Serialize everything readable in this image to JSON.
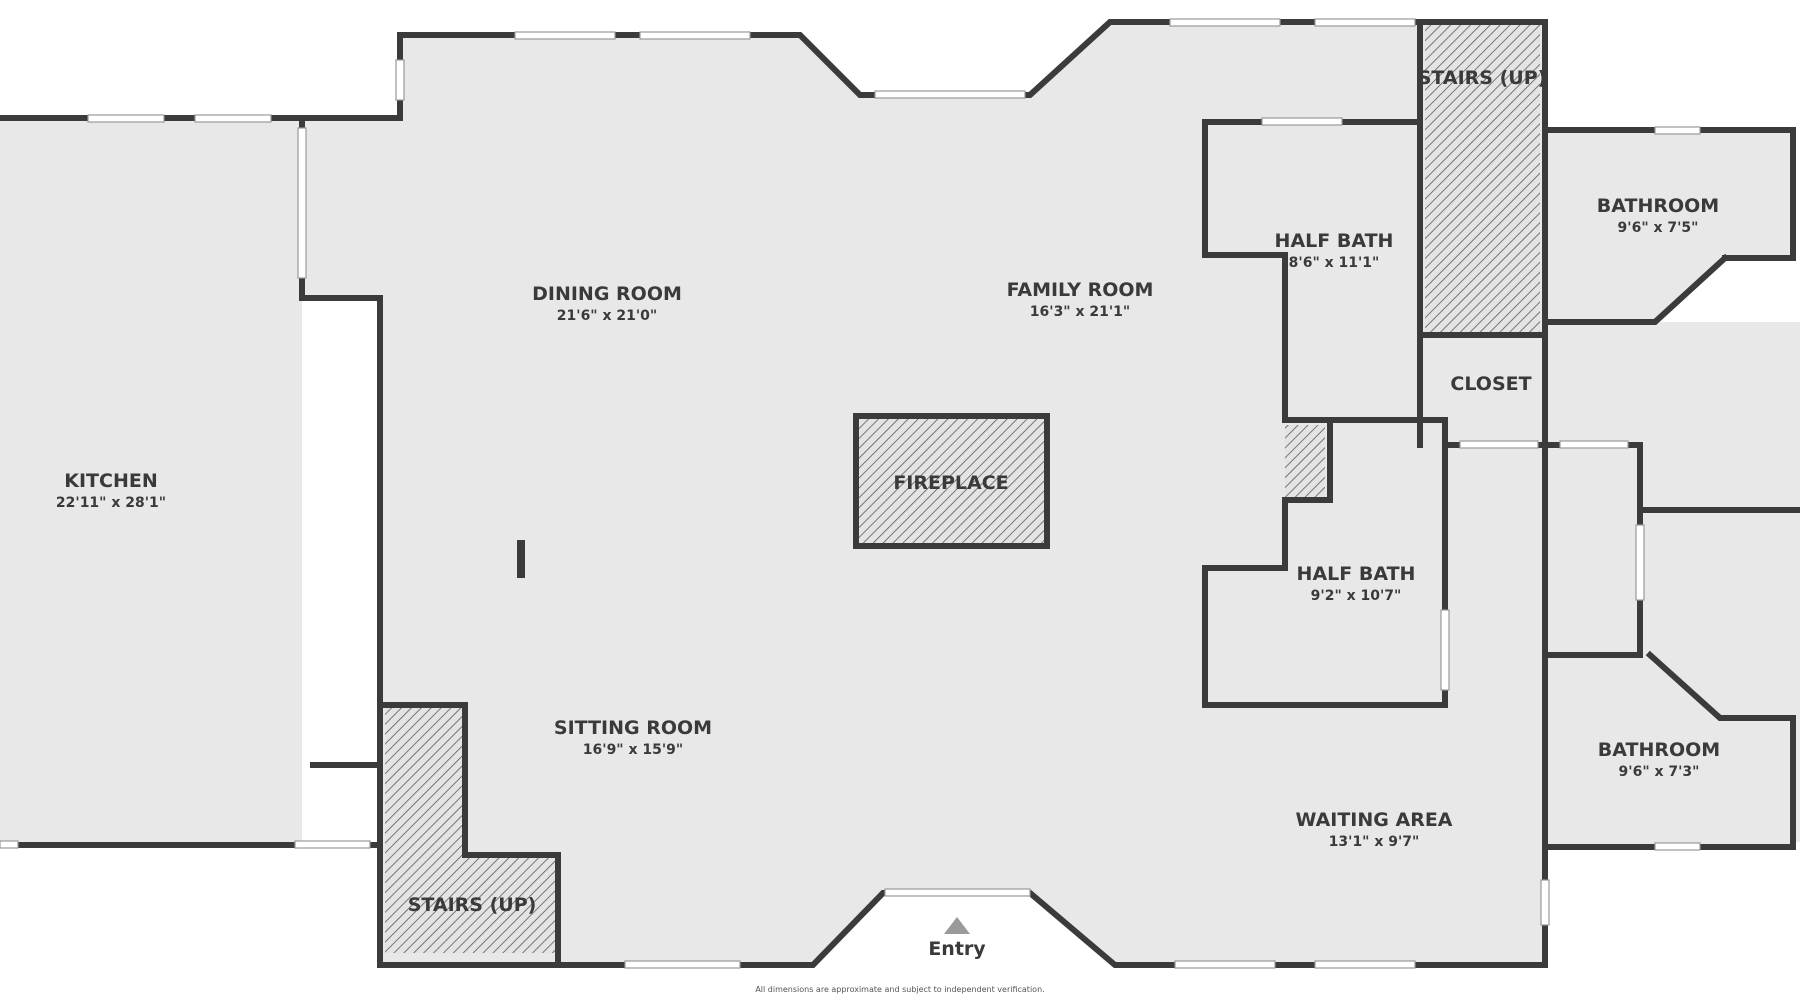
{
  "rooms": {
    "kitchen": {
      "name": "KITCHEN",
      "dims": "22'11\" x 28'1\""
    },
    "dining": {
      "name": "DINING ROOM",
      "dims": "21'6\" x 21'0\""
    },
    "family": {
      "name": "FAMILY ROOM",
      "dims": "16'3\" x 21'1\""
    },
    "sitting": {
      "name": "SITTING ROOM",
      "dims": "16'9\" x 15'9\""
    },
    "half_bath_1": {
      "name": "HALF BATH",
      "dims": "8'6\" x 11'1\""
    },
    "half_bath_2": {
      "name": "HALF BATH",
      "dims": "9'2\" x 10'7\""
    },
    "bathroom_1": {
      "name": "BATHROOM",
      "dims": "9'6\" x 7'5\""
    },
    "bathroom_2": {
      "name": "BATHROOM",
      "dims": "9'6\" x 7'3\""
    },
    "waiting": {
      "name": "WAITING AREA",
      "dims": "13'1\" x 9'7\""
    },
    "closet": {
      "name": "CLOSET"
    }
  },
  "features": {
    "fireplace": "FIREPLACE",
    "stairs_top": "STAIRS (UP)",
    "stairs_bottom": "STAIRS (UP)",
    "entry": "Entry"
  },
  "footer_note": "All dimensions are approximate and subject to independent verification.",
  "colors": {
    "wall": "#3b3b3b",
    "floor": "#e8e8e8",
    "hatch": "#5a5a5a",
    "entry_arrow": "#9a9a9a"
  }
}
